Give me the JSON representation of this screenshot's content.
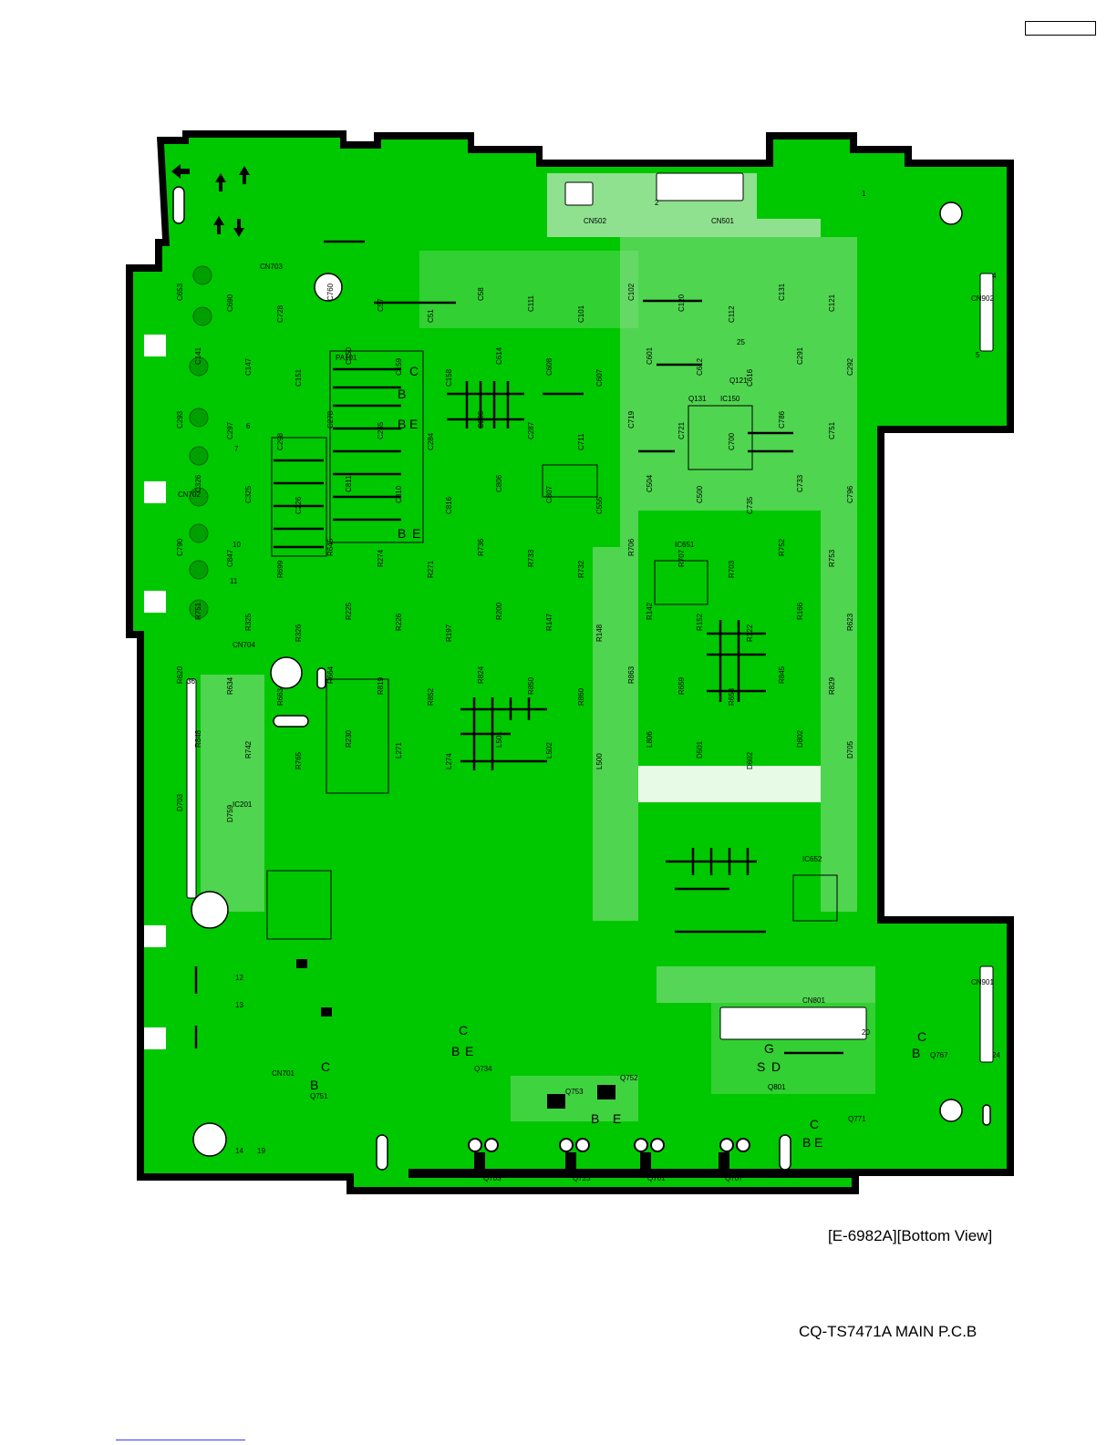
{
  "captions": {
    "view": "[E-6982A][Bottom View]",
    "board_title": "CQ-TS7471A  MAIN P.C.B"
  },
  "colors": {
    "board_green": "#00c800",
    "trace_green": "#8fe08f",
    "outline": "#000000",
    "background": "#ffffff"
  },
  "connectors": [
    "CN502",
    "CN501",
    "CN902",
    "CN703",
    "CN702",
    "CN704",
    "CN901",
    "CN801",
    "CN701"
  ],
  "ics": [
    "PA101",
    "IC150",
    "IC651",
    "IC652",
    "IC201"
  ],
  "transistors": [
    "Q703",
    "Q723",
    "Q701",
    "Q707",
    "Q734",
    "Q751",
    "Q752",
    "Q753",
    "Q131",
    "Q121",
    "Q801",
    "Q767",
    "Q771"
  ],
  "components": [
    "C653",
    "C690",
    "C728",
    "C760",
    "C57",
    "C51",
    "C58",
    "C111",
    "C101",
    "C102",
    "C120",
    "C112",
    "C131",
    "C121",
    "C141",
    "C147",
    "C151",
    "C150",
    "C159",
    "C158",
    "C614",
    "C608",
    "C607",
    "C601",
    "C612",
    "C616",
    "C291",
    "C292",
    "C293",
    "C297",
    "C298",
    "C278",
    "C285",
    "C284",
    "C286",
    "C287",
    "C711",
    "C719",
    "C721",
    "C700",
    "C786",
    "C751",
    "C326",
    "C325",
    "C226",
    "C811",
    "C810",
    "C816",
    "C806",
    "C807",
    "C555",
    "C504",
    "C500",
    "C735",
    "C733",
    "C796",
    "C790",
    "C847",
    "R699",
    "R645",
    "R274",
    "R271",
    "R736",
    "R733",
    "R732",
    "R706",
    "R707",
    "R703",
    "R752",
    "R753",
    "R751",
    "R325",
    "R326",
    "R225",
    "R226",
    "R197",
    "R200",
    "R147",
    "R148",
    "R142",
    "R152",
    "R122",
    "R166",
    "R623",
    "R620",
    "R634",
    "R663",
    "R664",
    "R819",
    "R852",
    "R824",
    "R850",
    "R860",
    "R863",
    "R659",
    "R658",
    "R845",
    "R829",
    "R848",
    "R742",
    "R765",
    "R230",
    "L271",
    "L274",
    "L501",
    "L502",
    "L500",
    "L806",
    "D501",
    "D602",
    "D802",
    "D705",
    "D703",
    "D759"
  ],
  "pin_markers": [
    "1",
    "2",
    "4",
    "5",
    "6",
    "7",
    "10",
    "11",
    "12",
    "13",
    "14",
    "19",
    "20",
    "24",
    "25",
    "36"
  ],
  "transistor_pins": [
    "B",
    "C",
    "E",
    "G",
    "S",
    "D"
  ]
}
